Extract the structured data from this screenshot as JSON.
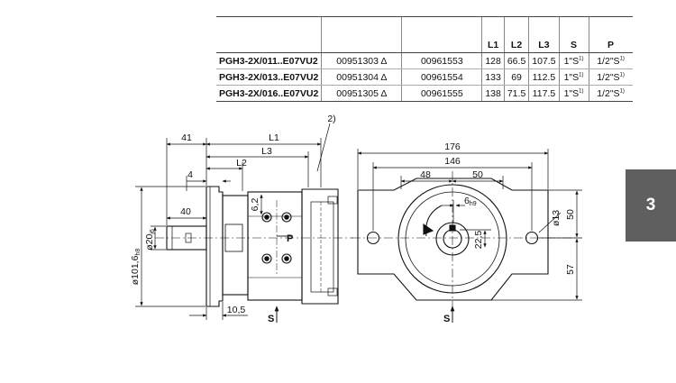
{
  "table": {
    "headers": [
      "L1",
      "L2",
      "L3",
      "S",
      "P"
    ],
    "rows": [
      {
        "type": "PGH3-2X/011..E07VU2",
        "mat1": "00951303 Δ",
        "mat2": "00961553",
        "L1": "128",
        "L2": "66.5",
        "L3": "107.5",
        "S": "1\"S",
        "S_note": "1)",
        "P": "1/2\"S",
        "P_note": "1)"
      },
      {
        "type": "PGH3-2X/013..E07VU2",
        "mat1": "00951304 Δ",
        "mat2": "00961554",
        "L1": "133",
        "L2": "69",
        "L3": "112.5",
        "S": "1\"S",
        "S_note": "1)",
        "P": "1/2\"S",
        "P_note": "1)"
      },
      {
        "type": "PGH3-2X/016..E07VU2",
        "mat1": "00951305 Δ",
        "mat2": "00961555",
        "L1": "138",
        "L2": "71.5",
        "L3": "117.5",
        "S": "1\"S",
        "S_note": "1)",
        "P": "1/2\"S",
        "P_note": "1)"
      }
    ]
  },
  "side_view": {
    "dim_41": "41",
    "dim_L1": "L1",
    "dim_L3": "L3",
    "dim_L2": "L2",
    "dim_4": "4",
    "dim_40": "40",
    "dim_dia101": "ø101,6",
    "dim_dia101_tol": "h8",
    "dim_dia20": "ø20",
    "dim_dia20_tol": "j6",
    "dim_6_2": "6,2",
    "dim_10_5": "10,5",
    "note_2": "2)",
    "port_P": "P",
    "port_S": "S"
  },
  "front_view": {
    "dim_176": "176",
    "dim_146": "146",
    "dim_48": "48",
    "dim_50_top": "50",
    "dim_6h9": "6",
    "dim_6h9_tol": "h9",
    "dim_22_5": "22,5",
    "dim_dia13": "ø13",
    "dim_50_right": "50",
    "dim_57": "57",
    "port_S": "S"
  },
  "section_tab": "3"
}
